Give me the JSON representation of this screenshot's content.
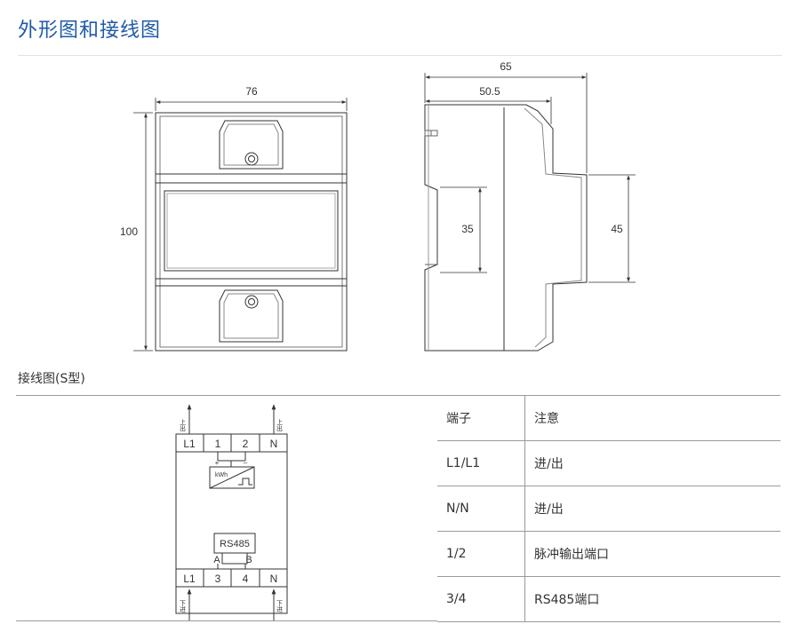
{
  "page": {
    "title": "外形图和接线图",
    "wiring_section_label": "接线图(S型)"
  },
  "front_view": {
    "width_label": "76",
    "height_label": "100"
  },
  "side_view": {
    "depth_label": "65",
    "inner_depth_label": "50.5",
    "rail_label": "35",
    "front_height_label": "45"
  },
  "wiring_diagram": {
    "top_terminals": [
      "L1",
      "1",
      "2",
      "N"
    ],
    "bottom_terminals": [
      "L1",
      "3",
      "4",
      "N"
    ],
    "in_label": "上出",
    "out_label": "下进",
    "pulse_plus": "+",
    "pulse_minus": "–",
    "pulse_unit": "kWh",
    "rs485_label": "RS485",
    "rs485_a": "A",
    "rs485_b": "B"
  },
  "terminal_table": {
    "headers": [
      "端子",
      "注意"
    ],
    "rows": [
      [
        "L1/L1",
        "进/出"
      ],
      [
        "N/N",
        "进/出"
      ],
      [
        "1/2",
        "脉冲输出端口"
      ],
      [
        "3/4",
        "RS485端口"
      ]
    ]
  },
  "colors": {
    "title": "#1e5aa8",
    "line": "#333333",
    "rule": "#9a9a9a"
  }
}
